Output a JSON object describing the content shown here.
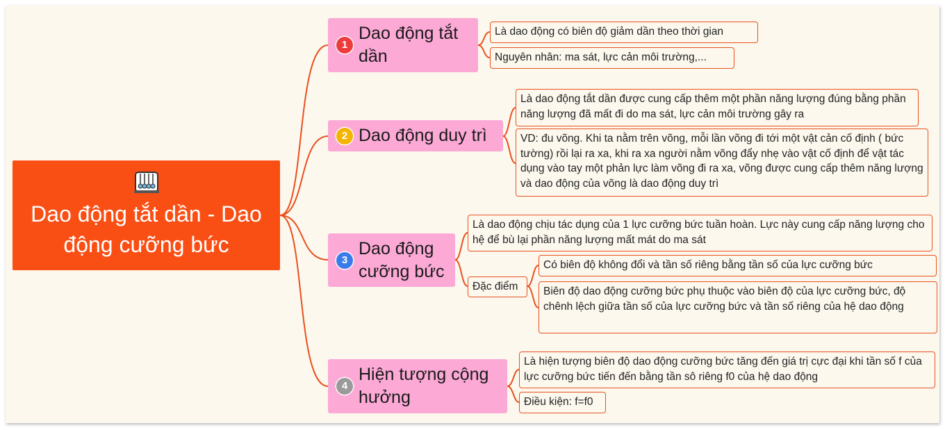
{
  "central": {
    "title": "Dao động tắt dần - Dao động cưỡng bức",
    "icon": "pendulum-cradle-icon"
  },
  "branches": [
    {
      "number": "1",
      "badge_color": "#ee3b3b",
      "label": "Dao động tắt dần",
      "leaves": [
        "Là dao động có biên độ giảm dần theo thời gian",
        "Nguyên nhân: ma sát, lực cản môi trường,..."
      ]
    },
    {
      "number": "2",
      "badge_color": "#f4b400",
      "label": "Dao động duy trì",
      "leaves": [
        "Là dao động tắt dần được cung cấp thêm một phần năng lượng đúng bằng phần năng lượng đã mất đi do ma sát, lực cản môi trường gây ra",
        "VD: đu võng. Khi ta nằm trên võng, mỗi lần võng đi tới một vật cản cố định ( bức tường) rồi lại ra xa, khi ra xa người nằm võng đẩy nhẹ vào vật cố định để vật tác dụng vào tay một phản lực làm võng đi ra xa, võng được cung cấp thêm năng lượng và dao động của võng là dao động duy trì"
      ]
    },
    {
      "number": "3",
      "badge_color": "#3a7bea",
      "label": "Dao động cưỡng bức",
      "leaves": [
        "Là dao động chịu tác dụng của 1 lực cưỡng bức tuần hoàn. Lực này cung cấp năng lượng cho hệ để bù lại phần năng lượng mất mát do ma sát"
      ],
      "sub": {
        "label": "Đặc điểm",
        "leaves": [
          "Có biên độ không đổi và tần số riêng bằng tần số của lực cưỡng bức",
          "Biên độ dao động cưỡng bức phụ thuộc vào biên độ của lực cưỡng bức, độ chênh lệch giữa tần số của lực cưỡng bức và tần số riêng của hệ dao động"
        ]
      }
    },
    {
      "number": "4",
      "badge_color": "#9a9a9a",
      "label": "Hiện tượng cộng hưởng",
      "leaves": [
        "Là hiện tượng biên độ dao động cưỡng bức tăng đến giá trị cực đại khi tần số f của lực cưỡng bức tiến đến bằng tần sô riêng f0 của hệ dao động",
        "Điều kiện: f=f0"
      ]
    }
  ],
  "colors": {
    "central_fill": "#fa4f14",
    "branch_fill": "#fca9d6",
    "connector": "#e8501e",
    "background": "#fcf8ee"
  }
}
